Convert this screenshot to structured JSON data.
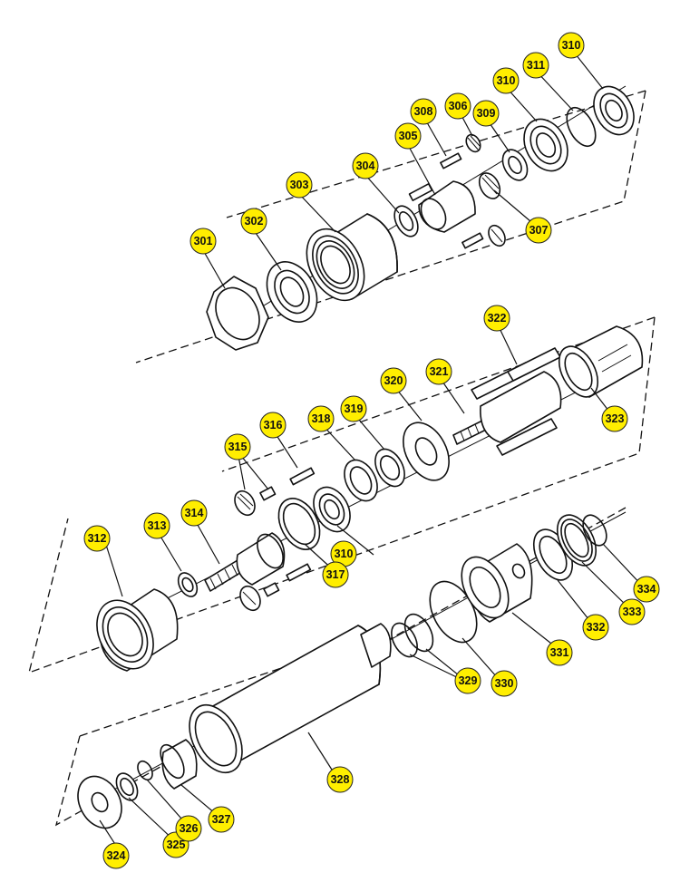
{
  "diagram": {
    "callout_color": "#ffee00",
    "callouts": [
      {
        "id": "301",
        "label": "301"
      },
      {
        "id": "302",
        "label": "302"
      },
      {
        "id": "303",
        "label": "303"
      },
      {
        "id": "304",
        "label": "304"
      },
      {
        "id": "305",
        "label": "305"
      },
      {
        "id": "306",
        "label": "306"
      },
      {
        "id": "307",
        "label": "307"
      },
      {
        "id": "308",
        "label": "308"
      },
      {
        "id": "309",
        "label": "309"
      },
      {
        "id": "310a",
        "label": "310"
      },
      {
        "id": "310b",
        "label": "310"
      },
      {
        "id": "311",
        "label": "311"
      },
      {
        "id": "310c",
        "label": "310"
      },
      {
        "id": "312",
        "label": "312"
      },
      {
        "id": "313",
        "label": "313"
      },
      {
        "id": "314",
        "label": "314"
      },
      {
        "id": "315",
        "label": "315"
      },
      {
        "id": "316",
        "label": "316"
      },
      {
        "id": "317",
        "label": "317"
      },
      {
        "id": "318",
        "label": "318"
      },
      {
        "id": "319",
        "label": "319"
      },
      {
        "id": "320",
        "label": "320"
      },
      {
        "id": "321",
        "label": "321"
      },
      {
        "id": "322",
        "label": "322"
      },
      {
        "id": "323",
        "label": "323"
      },
      {
        "id": "324",
        "label": "324"
      },
      {
        "id": "325",
        "label": "325"
      },
      {
        "id": "326",
        "label": "326"
      },
      {
        "id": "327",
        "label": "327"
      },
      {
        "id": "328",
        "label": "328"
      },
      {
        "id": "329",
        "label": "329"
      },
      {
        "id": "330",
        "label": "330"
      },
      {
        "id": "331",
        "label": "331"
      },
      {
        "id": "332",
        "label": "332"
      },
      {
        "id": "333",
        "label": "333"
      },
      {
        "id": "334",
        "label": "334"
      }
    ]
  }
}
